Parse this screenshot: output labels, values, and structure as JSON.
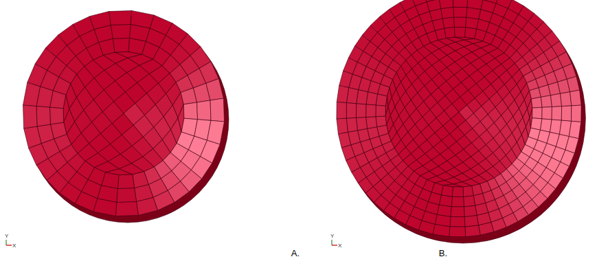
{
  "diagram": {
    "labels": [
      "Y",
      "X",
      "Y",
      "X",
      "A.",
      "B."
    ]
  }
}
